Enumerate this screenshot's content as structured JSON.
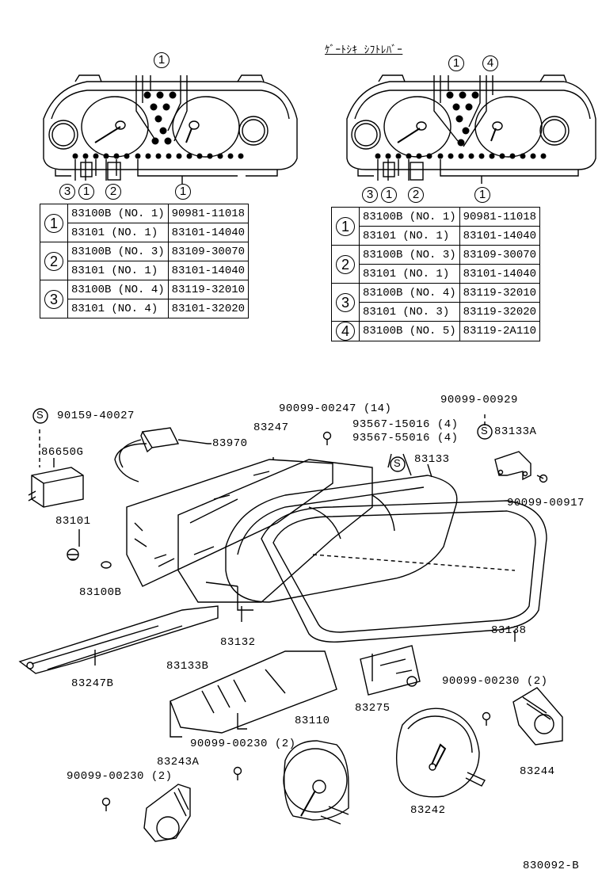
{
  "header_label": "ｹﾞｰﾄｼｷ ｼﾌﾄﾚﾊﾞｰ",
  "clusters": {
    "left": {
      "top_callout": "1",
      "bottom_callouts": [
        "3",
        "1",
        "2",
        "1"
      ]
    },
    "right": {
      "top_callouts": [
        "1",
        "4"
      ],
      "bottom_callouts": [
        "3",
        "1",
        "2",
        "1"
      ]
    }
  },
  "table_left": [
    {
      "ref": "1",
      "rows": [
        [
          "83100B (NO. 1)",
          "90981-11018"
        ],
        [
          "83101   (NO. 1)",
          "83101-14040"
        ]
      ]
    },
    {
      "ref": "2",
      "rows": [
        [
          "83100B (NO. 3)",
          "83109-30070"
        ],
        [
          "83101   (NO. 1)",
          "83101-14040"
        ]
      ]
    },
    {
      "ref": "3",
      "rows": [
        [
          "83100B (NO. 4)",
          "83119-32010"
        ],
        [
          "83101   (NO. 4)",
          "83101-32020"
        ]
      ]
    }
  ],
  "table_right": [
    {
      "ref": "1",
      "rows": [
        [
          "83100B (NO. 1)",
          "90981-11018"
        ],
        [
          "83101   (NO. 1)",
          "83101-14040"
        ]
      ]
    },
    {
      "ref": "2",
      "rows": [
        [
          "83100B (NO. 3)",
          "83109-30070"
        ],
        [
          "83101   (NO. 1)",
          "83101-14040"
        ]
      ]
    },
    {
      "ref": "3",
      "rows": [
        [
          "83100B (NO. 4)",
          "83119-32010"
        ],
        [
          "83101   (NO. 3)",
          "83119-32020"
        ]
      ]
    },
    {
      "ref": "4",
      "rows": [
        [
          "83100B (NO. 5)",
          "83119-2A110"
        ]
      ]
    }
  ],
  "parts": {
    "p90159": "90159-40027",
    "p86650G": "86650G",
    "p83970": "83970",
    "p83247": "83247",
    "p90099_00247": "90099-00247 (14)",
    "p93567_15016": "93567-15016 (4)",
    "p93567_55016": "93567-55016 (4)",
    "p90099_00929": "90099-00929",
    "p83133A": "83133A",
    "p83133": "83133",
    "p90099_00917": "90099-00917",
    "p83101": "83101",
    "p83100B": "83100B",
    "p83132": "83132",
    "p83138": "83138",
    "p83247B": "83247B",
    "p83133B": "83133B",
    "p83275": "83275",
    "p90099_00230_a": "90099-00230 (2)",
    "p83110": "83110",
    "p90099_00230_b": "90099-00230 (2)",
    "p83243A": "83243A",
    "p90099_00230_c": "90099-00230 (2)",
    "p83244": "83244",
    "p83242": "83242"
  },
  "s_symbol": "S",
  "diagram_code": "830092-B"
}
